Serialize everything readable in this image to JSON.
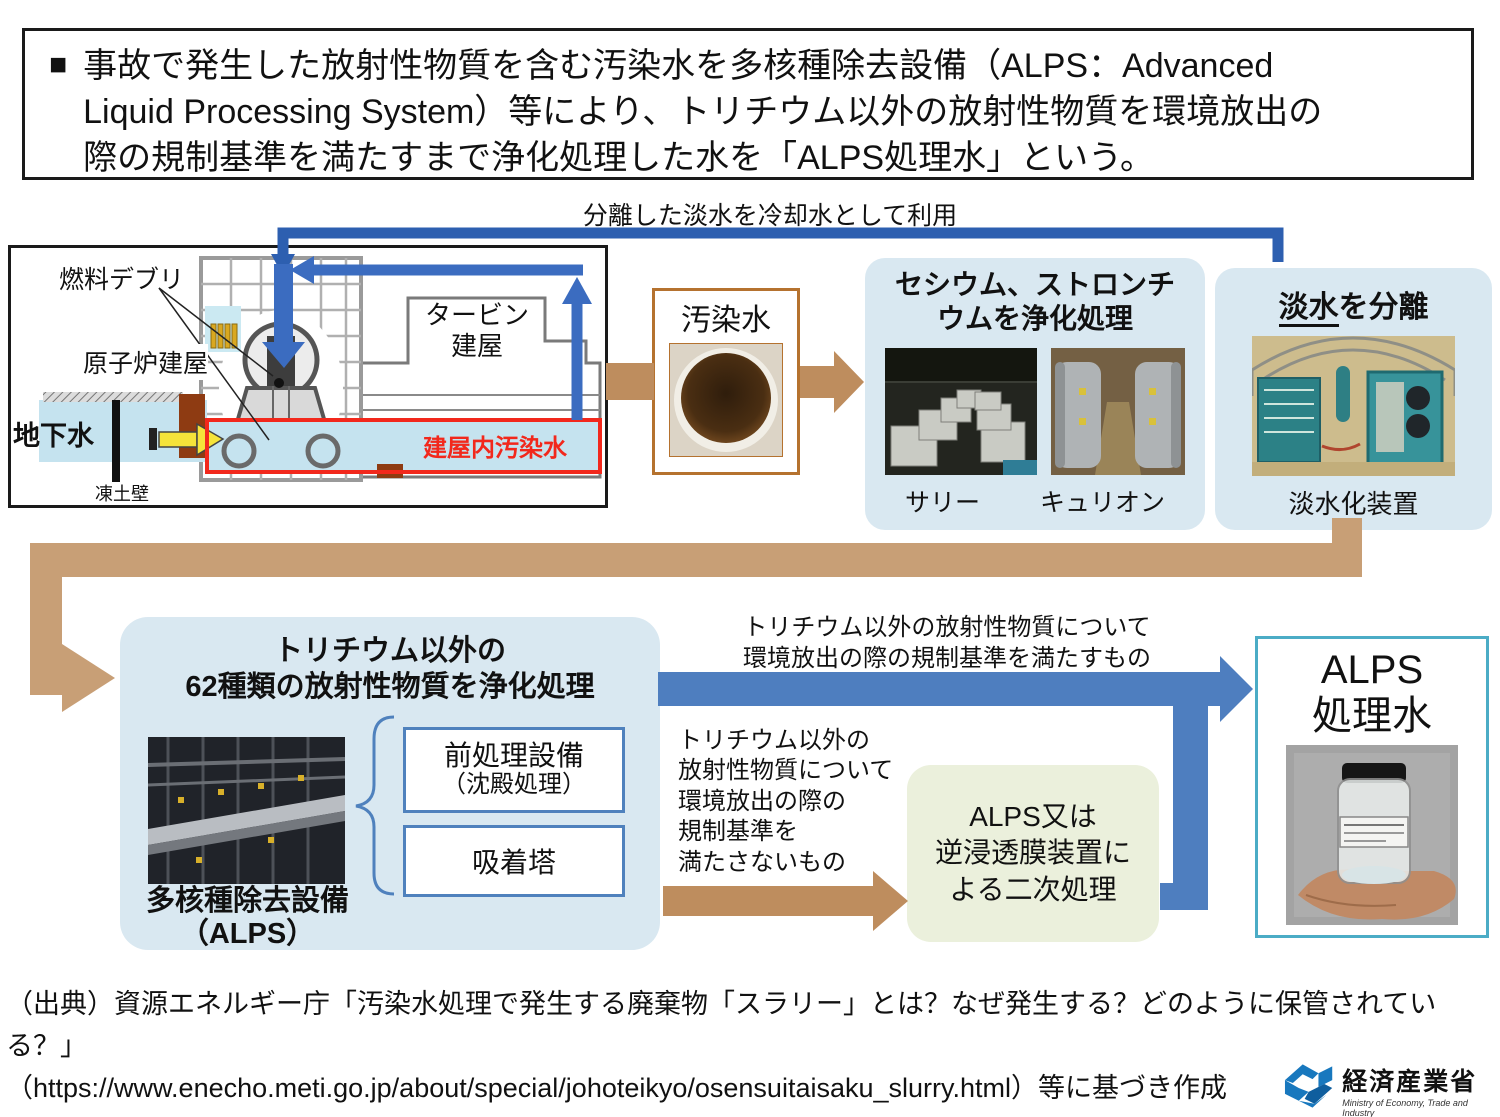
{
  "title_block": {
    "bullet": "■",
    "lines": [
      "事故で発生した放射性物質を含む汚染水を多核種除去設備（ALPS：Advanced",
      "Liquid Processing System）等により、トリチウム以外の放射性物質を環境放出の",
      "際の規制基準を満たすまで浄化処理した水を「ALPS処理水」という。"
    ]
  },
  "recycle_label": "分離した淡水を冷却水として利用",
  "reactor": {
    "fuel_debris": "燃料デブリ",
    "reactor_building": "原子炉建屋",
    "groundwater": "地下水",
    "frozen_soil_wall": "凍土壁",
    "turbine_building_line1": "タービン",
    "turbine_building_line2": "建屋",
    "contaminated_water_in_building": "建屋内汚染水"
  },
  "contaminated_water": {
    "title": "汚染水"
  },
  "cesium": {
    "title_line1": "セシウム、ストロンチ",
    "title_line2": "ウムを浄化処理",
    "photo_label1": "サリー",
    "photo_label2": "キュリオン"
  },
  "desalination": {
    "title_underlined": "淡水",
    "title_rest": "を分離",
    "photo_label": "淡水化装置"
  },
  "alps": {
    "title_line1": "トリチウム以外の",
    "title_line2": "62種類の放射性物質を浄化処理",
    "equipment_line1": "多核種除去設備",
    "equipment_line2": "（ALPS）",
    "pretreatment_line1": "前処理設備",
    "pretreatment_line2": "（沈殿処理）",
    "adsorption_tower": "吸着塔"
  },
  "meets_label": {
    "line1": "トリチウム以外の放射性物質について",
    "line2": "環境放出の際の規制基準を満たすもの"
  },
  "not_meets_label": {
    "line1": "トリチウム以外の",
    "line2": "放射性物質について",
    "line3": "環境放出の際の",
    "line4": "規制基準を",
    "line5": "満たさないもの"
  },
  "secondary_treatment": {
    "line1": "ALPS又は",
    "line2": "逆浸透膜装置に",
    "line3": "よる二次処理"
  },
  "alps_water": {
    "title_line1": "ALPS",
    "title_line2": "処理水"
  },
  "source": {
    "line1": "（出典）資源エネルギー庁「汚染水処理で発生する廃棄物「スラリー」とは？なぜ発生する？どのように保管されている？」",
    "line2": "（https://www.enecho.meti.go.jp/about/special/johoteikyo/osensuitaisaku_slurry.html）等に基づき作成"
  },
  "meti": {
    "name_jp": "経済産業省",
    "name_en": "Ministry of Economy, Trade and Industry"
  },
  "colors": {
    "panel_blue": "#D9E8F1",
    "panel_green": "#EBF0DC",
    "arrow_blue": "#4E7EBF",
    "pipe_blue": "#2D5FB0",
    "arrow_brown": "#BE8D5E",
    "band_brown": "#C89F76",
    "alert_red": "#F2281C",
    "teal_border": "#4BACC6",
    "brown_border": "#B5722F",
    "blue_border": "#4F81BD",
    "meti_blue": "#1878BE"
  }
}
